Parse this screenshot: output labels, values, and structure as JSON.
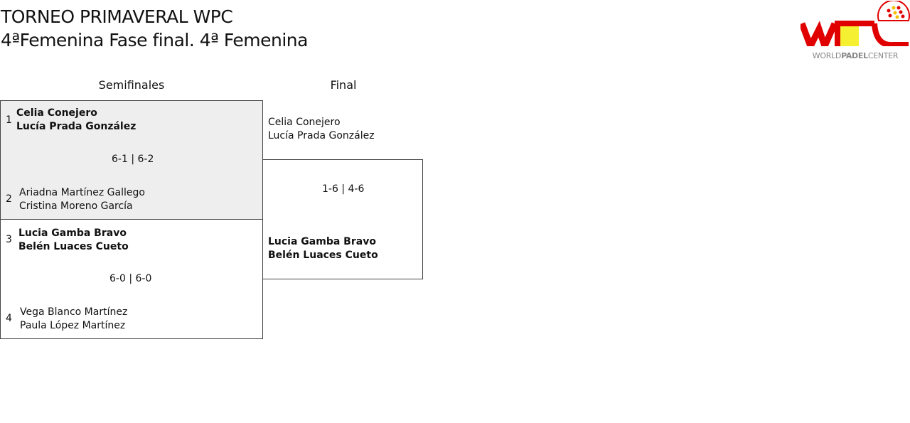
{
  "header": {
    "title": "TORNEO PRIMAVERAL WPC",
    "subtitle": "4ªFemenina Fase final. 4ª Femenina"
  },
  "logo": {
    "text_world": "WORLD",
    "text_padel": "PADEL",
    "text_center": "CENTER",
    "colors": {
      "red": "#e00000",
      "yellow": "#f5f032",
      "gray": "#888888"
    }
  },
  "rounds": [
    {
      "label": "Semifinales"
    },
    {
      "label": "Final"
    }
  ],
  "semis": [
    {
      "seed1": "1",
      "team1": [
        "Celia Conejero",
        "Lucía Prada González"
      ],
      "seed2": "2",
      "team2": [
        "Ariadna Martínez Gallego",
        "Cristina Moreno García"
      ],
      "score": "6-1 | 6-2"
    },
    {
      "seed1": "3",
      "team1": [
        "Lucia Gamba Bravo",
        "Belén Luaces Cueto"
      ],
      "seed2": "4",
      "team2": [
        "Vega Blanco Martínez",
        "Paula López Martínez"
      ],
      "score": "6-0 | 6-0"
    }
  ],
  "final": {
    "team1": [
      "Celia Conejero",
      "Lucía Prada González"
    ],
    "team2": [
      "Lucia Gamba Bravo",
      "Belén Luaces Cueto"
    ],
    "score": "1-6 | 4-6"
  }
}
